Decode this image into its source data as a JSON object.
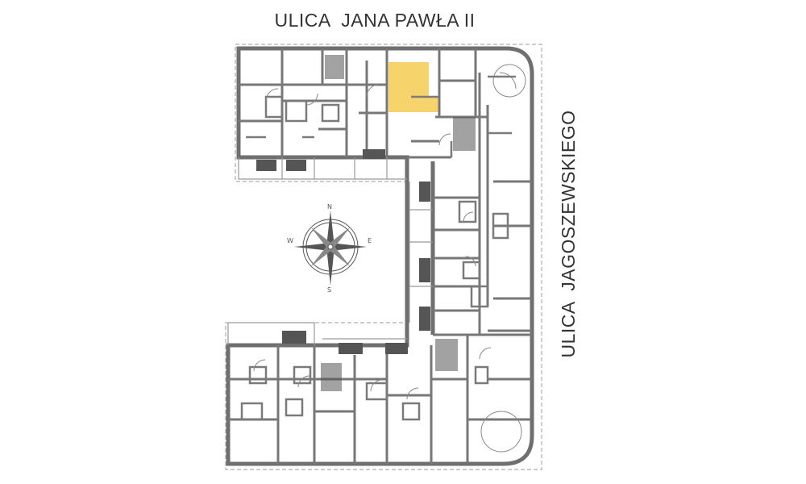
{
  "streets": {
    "north": "ULICA  JANA PAWŁA II",
    "east": "ULICA  JAGOSZEWSKIEGO"
  },
  "compass": {
    "north": "N",
    "east": "E",
    "south": "S",
    "west": "W"
  },
  "colors": {
    "highlight": "#f7d46b",
    "walls": "#6f6f6f",
    "background": "#ffffff"
  }
}
